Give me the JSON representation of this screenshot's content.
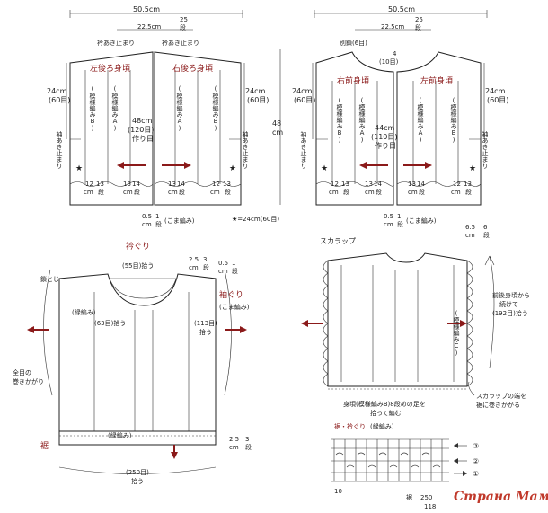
{
  "back": {
    "total_width": "50.5cm",
    "center_width": "22.5cm",
    "center_rows_num": "25",
    "center_rows_unit": "段",
    "slit_label_left": "衿あき止まり",
    "slit_label_right": "衿あき止まり",
    "left_title": "左後ろ身頃",
    "right_title": "右後ろ身頃",
    "side_height": "24cm",
    "side_height_rows": "(60目)",
    "pattern_b": "(模様編みB)",
    "pattern_a": "(模様編みA)",
    "length_cm": "48cm",
    "length_rows": "(120目)",
    "length_make": "作り目",
    "total_height": "48",
    "total_height_unit": "cm",
    "armhole_label": "袖あき止まり",
    "hem_12": "12",
    "hem_13": "13",
    "hem_13b": "13",
    "hem_14": "14",
    "hem_dan": "段",
    "hem_cm": "cm",
    "center_bottom": "0.5",
    "center_bottom_1": "1",
    "center_bottom_note": "(こま編み)",
    "star_note": "★=24cm(60目)"
  },
  "front": {
    "total_width": "50.5cm",
    "center_width": "22.5cm",
    "center_rows_num": "25",
    "center_rows_unit": "段",
    "neck_label": "別鎖(6目)",
    "neck_depth": "4",
    "neck_depth_rows": "(10目)",
    "left_title": "右前身頃",
    "right_title": "左前身頃",
    "side_height": "24cm",
    "side_height_rows": "(60目)",
    "pattern_b": "(模様編みB)",
    "pattern_a": "(模様編みA)",
    "length_cm": "44cm",
    "length_rows": "(110目)",
    "length_make": "作り目",
    "armhole_label": "袖あき止まり",
    "center_bottom": "0.5",
    "center_bottom_1": "1",
    "center_bottom_note": "(こま編み)"
  },
  "assembly": {
    "neck_title": "衿ぐり",
    "neck_pick": "(55目)拾う",
    "neck_band": "2.5",
    "neck_band_rows": "3",
    "neck_band_unit": "段",
    "seam_label": "鎖とじ",
    "edge_label": "(緑編み)",
    "neck_pick2": "(63目)拾う",
    "armhole_width": "0.5",
    "armhole_rows": "1",
    "armhole_title": "袖ぐり",
    "armhole_note": "(こま編み)",
    "armhole_pick": "(113目)",
    "armhole_pick2": "拾う",
    "all_rows_label": "全目の",
    "all_rows_label2": "巻きかがり",
    "hem_title": "裾",
    "hem_edge": "(緑編み)",
    "hem_width": "2.5",
    "hem_rows": "3",
    "hem_cm": "cm",
    "hem_pick": "(250目)",
    "hem_pick2": "拾う"
  },
  "scallop": {
    "title": "スカラップ",
    "width": "6.5",
    "rows": "6",
    "unit_cm": "cm",
    "unit_dan": "段",
    "pattern_c": "(模様編みC)",
    "side_note1": "前後身頃から",
    "side_note2": "続けて",
    "side_note3": "(192目)拾う",
    "bottom_note1": "身頃(模様編みB)8段めの足を",
    "bottom_note2": "拾って編む",
    "end_note1": "スカラップの端を",
    "end_note2": "裾に巻きかがる"
  },
  "chart": {
    "title": "裾・衿ぐり",
    "subtitle": "(緑編み)",
    "row_markers": [
      "③",
      "②",
      "①"
    ],
    "x_label_10": "10",
    "x_label_hem": "裾",
    "x_label_250": "250",
    "x_label_118": "118"
  },
  "watermark": "Страна Мам"
}
